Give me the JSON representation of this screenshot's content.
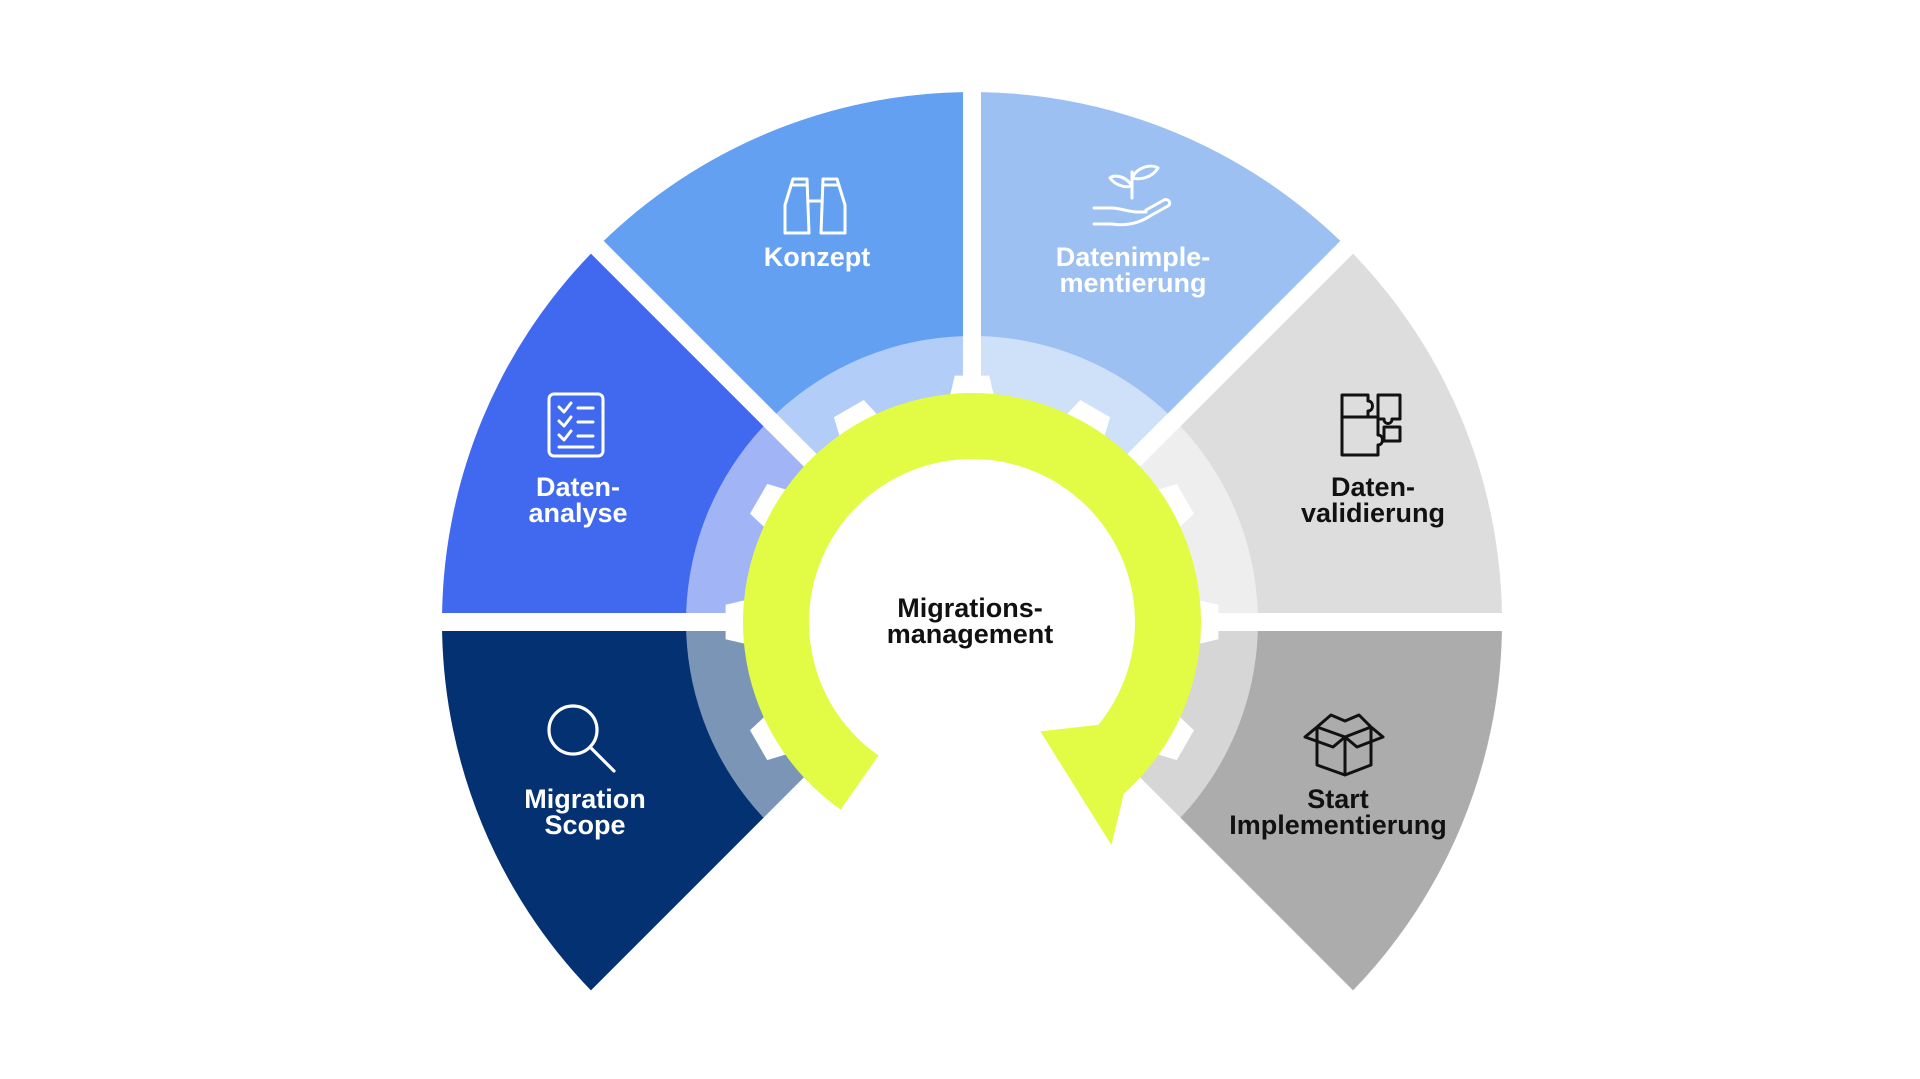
{
  "center": {
    "line1": "Migrations-",
    "line2": "management"
  },
  "segments": [
    {
      "id": "migration-scope",
      "line1": "Migration",
      "line2": "Scope",
      "icon": "magnifier-icon",
      "color": "#033172",
      "inner_color": "#7b95b7",
      "text_color": "#ffffff"
    },
    {
      "id": "datenanalyse",
      "line1": "Daten-",
      "line2": "analyse",
      "icon": "checklist-icon",
      "color": "#4169f0",
      "inner_color": "#a0b4f6",
      "text_color": "#ffffff"
    },
    {
      "id": "konzept",
      "line1": "Konzept",
      "line2": "",
      "icon": "binoculars-icon",
      "color": "#63a0f2",
      "inner_color": "#b1cdf8",
      "text_color": "#ffffff"
    },
    {
      "id": "datenimplementierung",
      "line1": "Datenimple-",
      "line2": "mentierung",
      "icon": "plant-in-hand-icon",
      "color": "#9dc0f2",
      "inner_color": "#cfe0f9",
      "text_color": "#ffffff"
    },
    {
      "id": "datenvalidierung",
      "line1": "Daten-",
      "line2": "validierung",
      "icon": "puzzle-icon",
      "color": "#dddddd",
      "inner_color": "#eeeeee",
      "text_color": "#111111"
    },
    {
      "id": "start-implementierung",
      "line1": "Start",
      "line2": "Implementierung",
      "icon": "box-icon",
      "color": "#acacac",
      "inner_color": "#d6d6d6",
      "text_color": "#111111"
    }
  ],
  "cycle_arrow_color": "#e2fb45"
}
